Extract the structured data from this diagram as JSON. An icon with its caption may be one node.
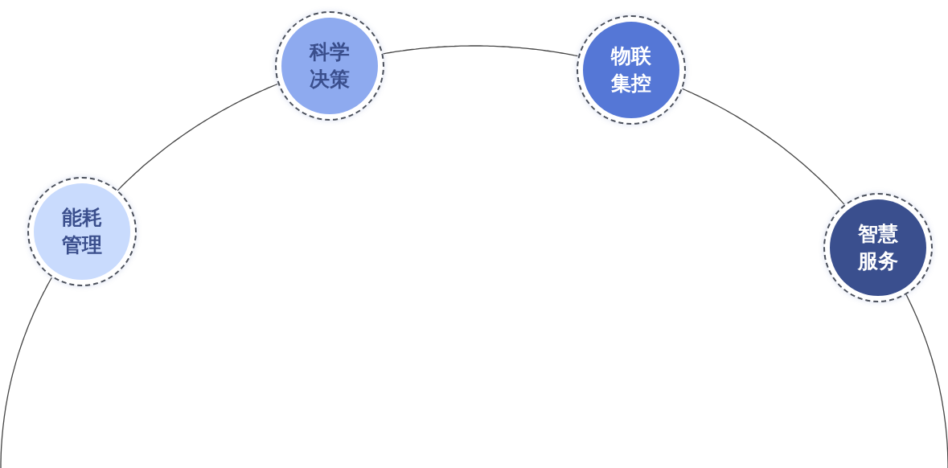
{
  "diagram": {
    "nodes": [
      {
        "text": [
          "能耗管理"
        ]
      },
      {
        "text": [
          "科学决策"
        ]
      },
      {
        "text": [
          "物联集控"
        ]
      },
      {
        "text": [
          "智慧服务"
        ]
      }
    ],
    "edges": [
      {
        "from": null,
        "to": 0,
        "arrow": "none"
      },
      {
        "from": 0,
        "to": 1,
        "arrow": "none"
      },
      {
        "from": 1,
        "to": 2,
        "arrow": "none"
      },
      {
        "from": 2,
        "to": 3,
        "arrow": "none"
      },
      {
        "from": 3,
        "to": null,
        "arrow": "none"
      }
    ]
  }
}
